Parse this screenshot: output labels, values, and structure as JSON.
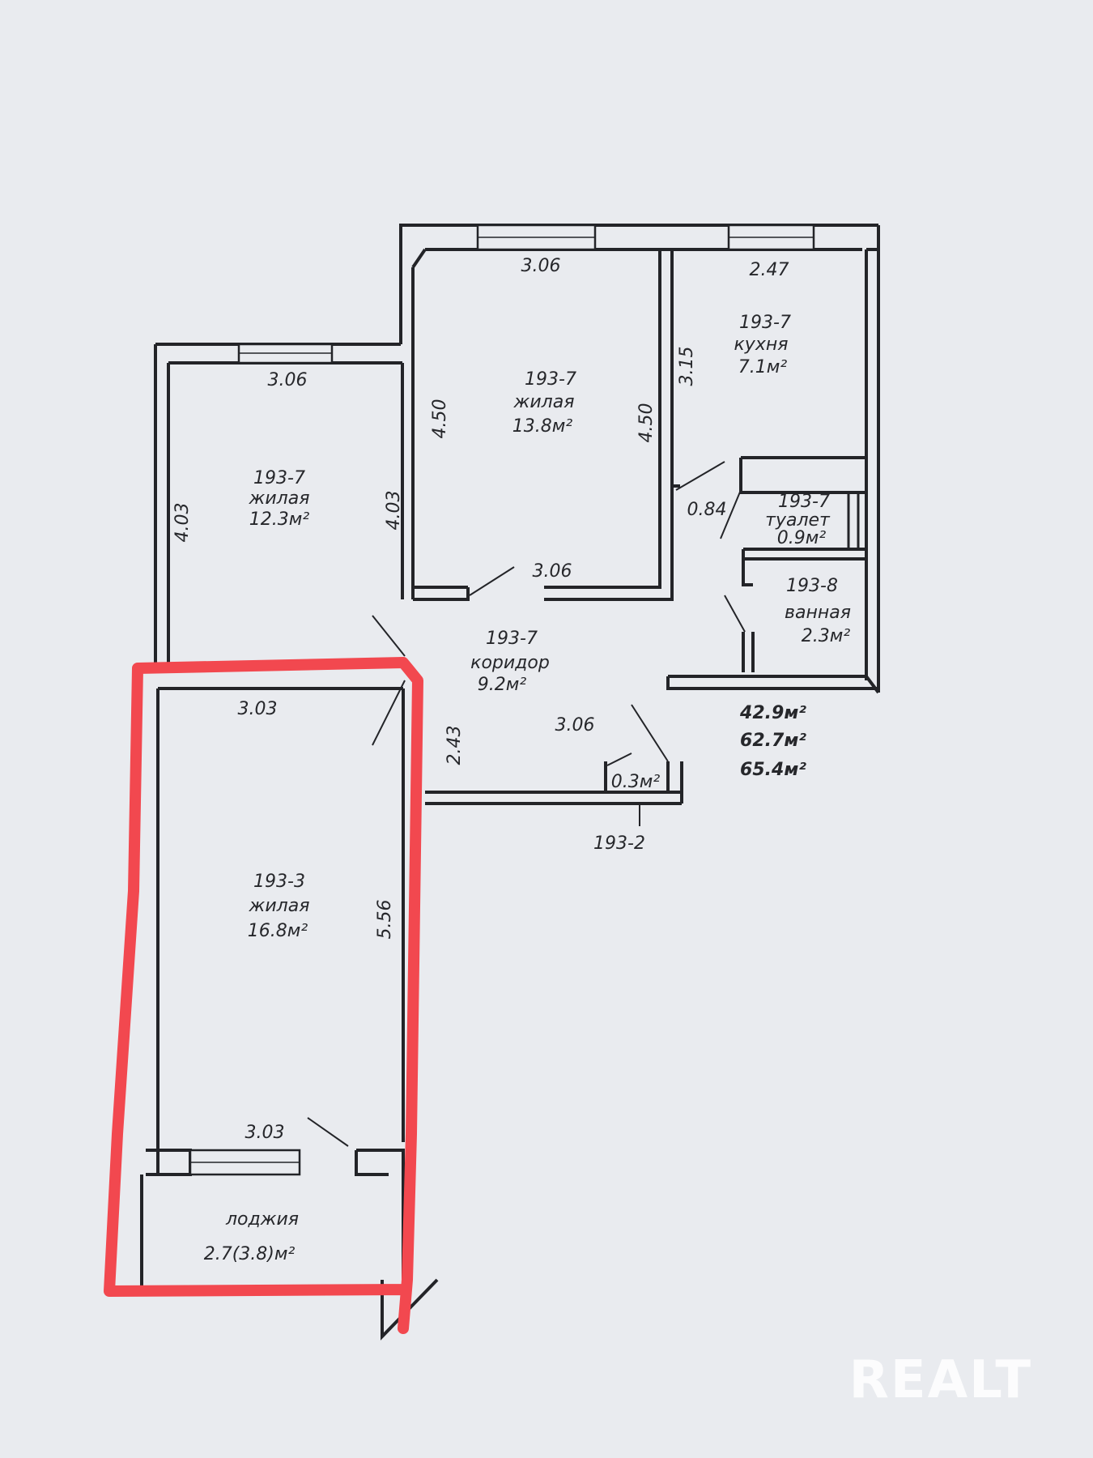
{
  "rooms": {
    "room_left": {
      "code": "193-7",
      "type": "жилая",
      "area": "12.3м²",
      "dim_top": "3.06",
      "dim_left": "4.03",
      "dim_right": "4.03"
    },
    "room_mid": {
      "code": "193-7",
      "type": "жилая",
      "area": "13.8м²",
      "dim_top": "3.06",
      "dim_left": "4.50",
      "dim_right": "4.50",
      "dim_bottom": "3.06"
    },
    "kitchen": {
      "code": "193-7",
      "type": "кухня",
      "area": "7.1м²",
      "dim_top": "2.47",
      "dim_left": "3.15"
    },
    "toilet": {
      "code": "193-7",
      "type": "туалет",
      "area": "0.9м²",
      "dim_side": "0.84"
    },
    "bath": {
      "code": "193-8",
      "type": "ванная",
      "area": "2.3м²"
    },
    "corridor": {
      "code": "193-7",
      "type": "коридор",
      "area": "9.2м²",
      "dim_a": "3.06",
      "dim_b": "2.43"
    },
    "closet": {
      "area": "0.3м²",
      "code": "193-2"
    },
    "room_big": {
      "code": "193-3",
      "type": "жилая",
      "area": "16.8м²",
      "dim_top": "3.03",
      "dim_right": "5.56",
      "dim_bottom": "3.03"
    },
    "loggia": {
      "type": "лоджия",
      "area": "2.7(3.8)м²"
    }
  },
  "totals": [
    "42.9м²",
    "62.7м²",
    "65.4м²"
  ],
  "highlight_color": "#f2484f",
  "watermark": "REALT"
}
